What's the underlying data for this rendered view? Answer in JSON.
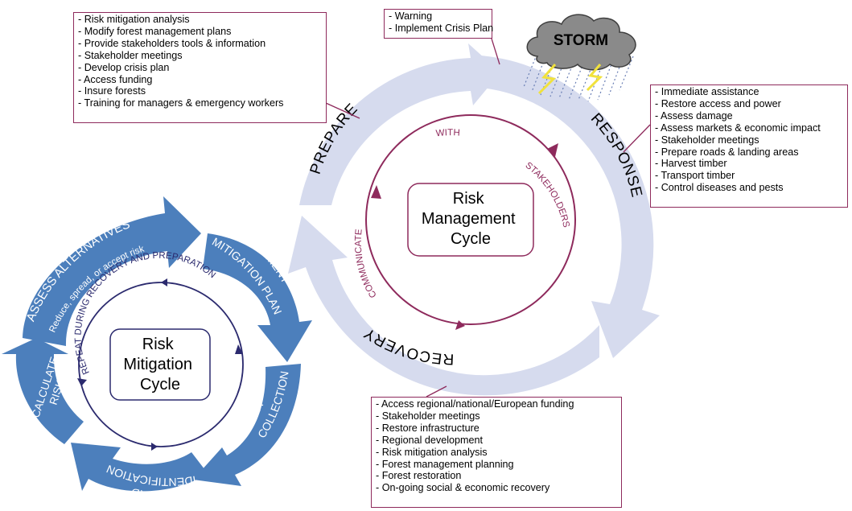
{
  "colors": {
    "outer_cycle": "#d6dbee",
    "inner_ring": "#8e2a5c",
    "mitigation_arrows": "#4c7fbc",
    "mitigation_ring": "#2b2a6e",
    "storm_cloud": "#8a8a8a",
    "lightning": "#f1e23c",
    "rain": "#6a7fb5"
  },
  "icons": {
    "storm": "storm-cloud-icon",
    "lightning": "lightning-bolt-icon"
  },
  "management": {
    "center_label": [
      "Risk",
      "Management",
      "Cycle"
    ],
    "phases": {
      "prepare": "PREPARE",
      "response": "RESPONSE",
      "recovery": "RECOVERY"
    },
    "ring_words": {
      "top": "WITH",
      "right": "STAKEHOLDERS",
      "left": "COMMUNICATE"
    },
    "storm_label": "STORM"
  },
  "boxes": {
    "prepare": [
      "- Risk mitigation analysis",
      "- Modify forest management plans",
      "- Provide stakeholders tools & information",
      "- Stakeholder meetings",
      "- Develop crisis plan",
      "- Access funding",
      "- Insure forests",
      "- Training for managers & emergency workers"
    ],
    "warning": [
      "- Warning",
      "- Implement Crisis Plan"
    ],
    "response": [
      "- Immediate assistance",
      "- Restore access and power",
      "- Assess damage",
      "- Assess markets & economic impact",
      "- Stakeholder meetings",
      "- Prepare roads & landing areas",
      "- Harvest timber",
      "- Transport timber",
      "- Control diseases and pests"
    ],
    "recovery": [
      "- Access regional/national/European funding",
      "- Stakeholder meetings",
      "- Restore infrastructure",
      "- Regional development",
      "- Risk mitigation analysis",
      "- Forest management planning",
      "- Forest restoration",
      "- On-going social & economic recovery"
    ]
  },
  "mitigation": {
    "center_label": [
      "Risk",
      "Mitigation",
      "Cycle"
    ],
    "ring_text": "REPEAT DURING RECOVERY AND PREPARATION",
    "steps": {
      "assess_title": "ASSESS ALTERNATIVES",
      "assess_sub": "Reduce, spread, or accept risk",
      "implement_1": "IMPLEMENT",
      "implement_2": "MITIGATION PLAN",
      "data_1": "DATA",
      "data_2": "COLLECTION",
      "hazard_1": "HAZARD",
      "hazard_2": "IDENTIFICATION",
      "calc_1": "CALCULATE",
      "calc_2": "RISK"
    }
  }
}
